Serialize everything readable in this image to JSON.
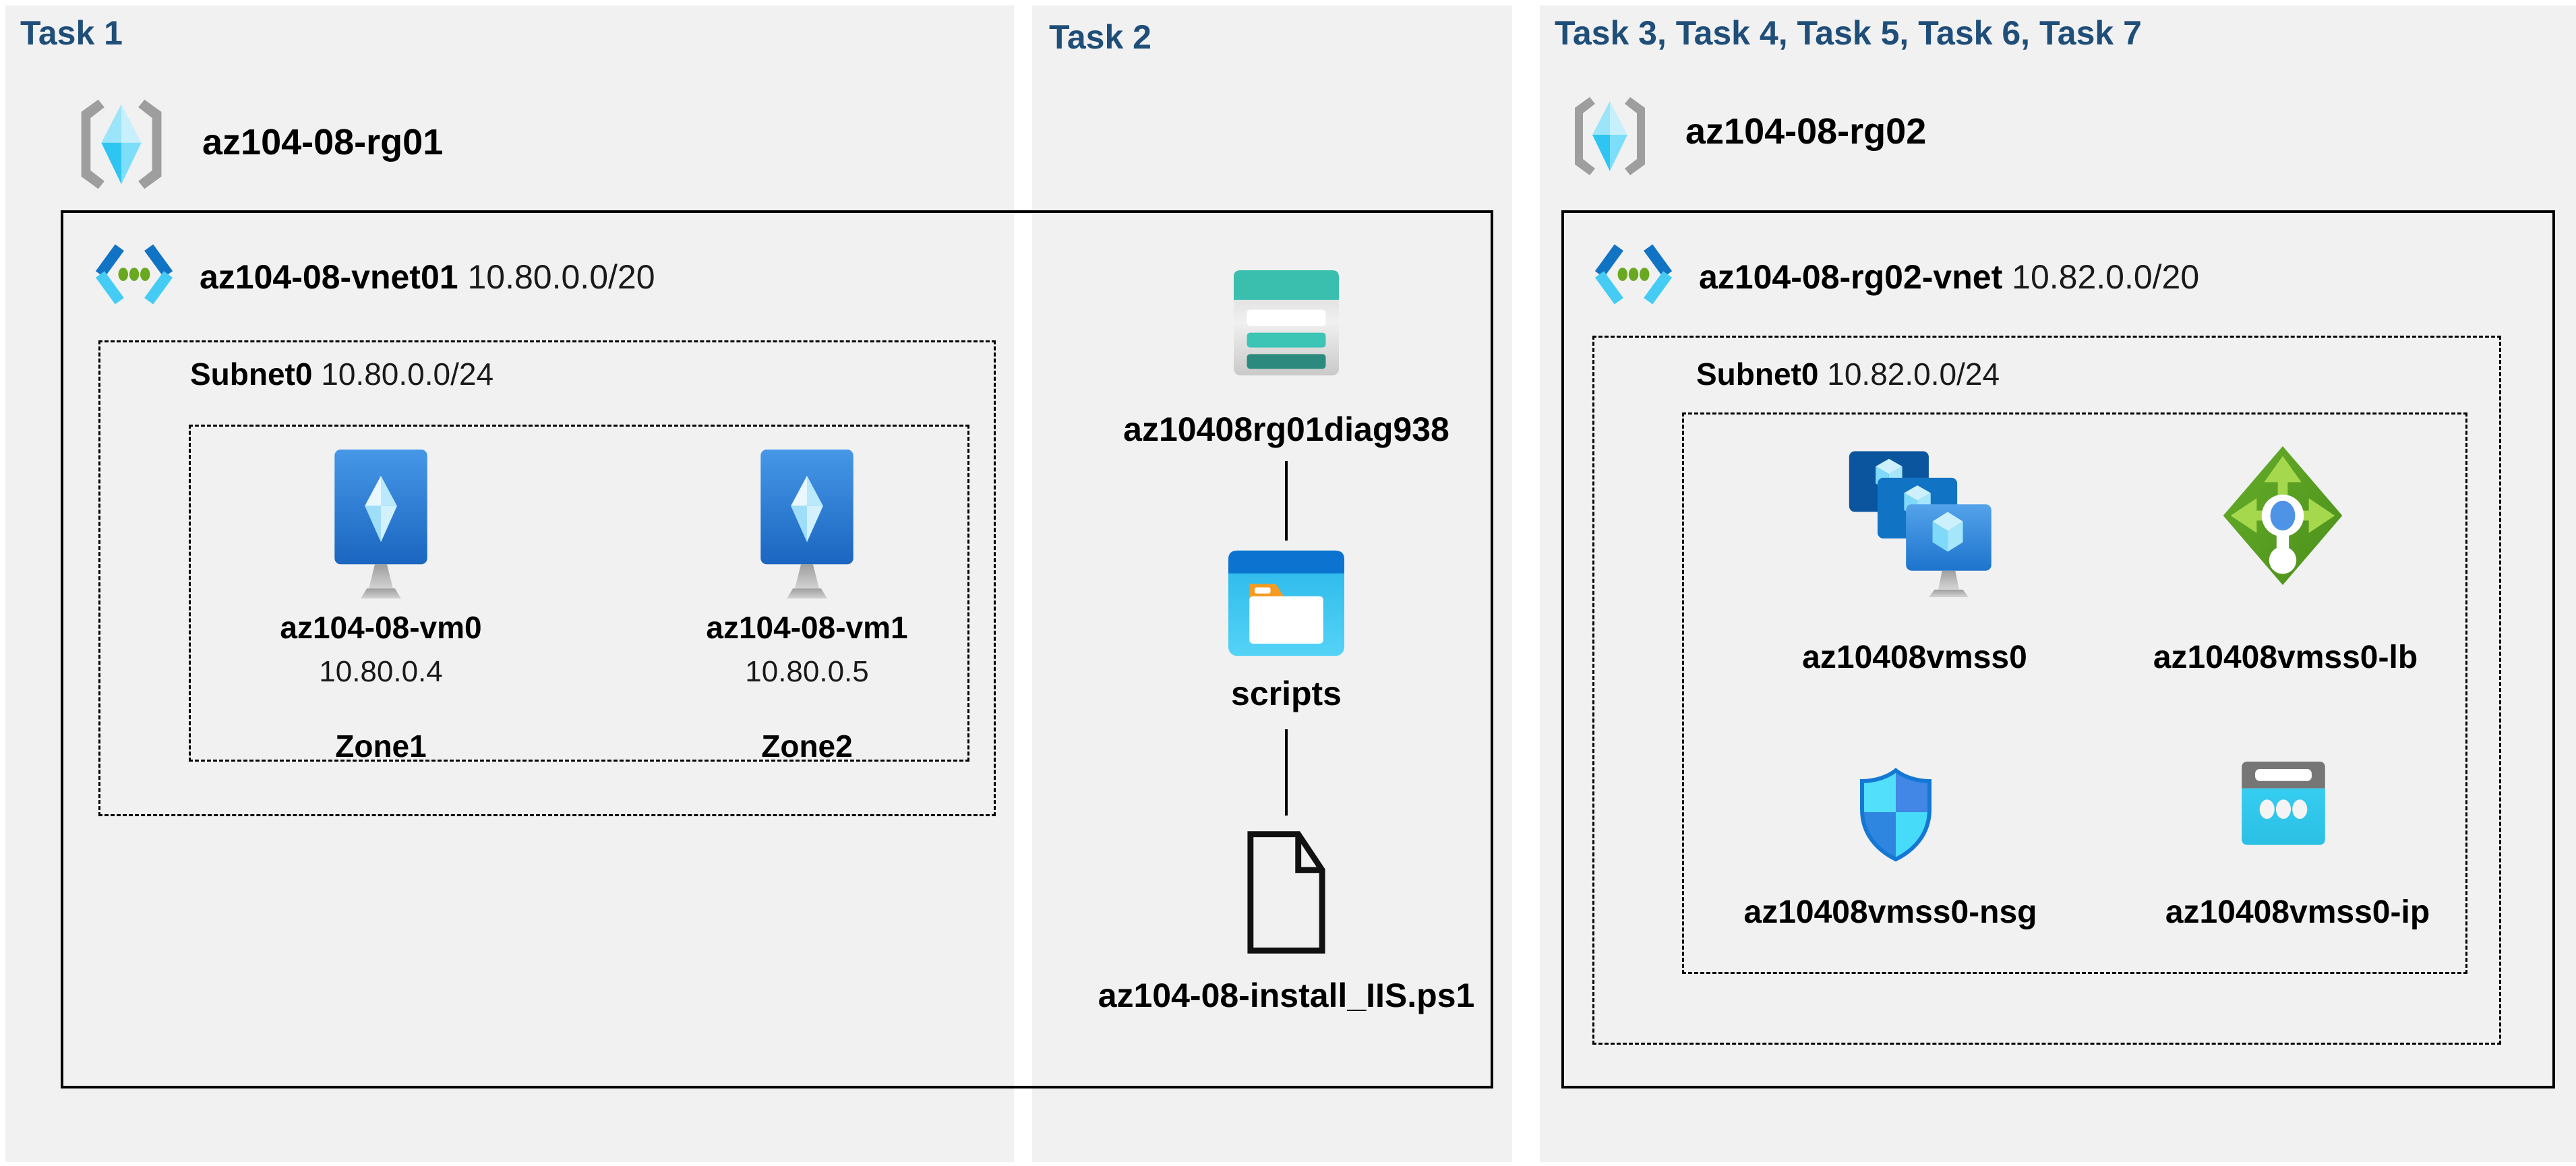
{
  "colors": {
    "header_text": "#1f4e79",
    "panel_bg": "#f1f1f1",
    "line_black": "#000000",
    "azure_blue": "#1173c4",
    "azure_cyan": "#35cdf0",
    "storage_teal": "#3abfae",
    "storage_teal_dark": "#2b8a7d",
    "lb_green": "#55a01f",
    "lb_green_light": "#a6d84d",
    "folder_tab_orange": "#f49b20",
    "stand_gray": "#b5b5b5",
    "bracket_gray": "#9e9e9e"
  },
  "icons": {
    "resource_group": "resource-group-icon",
    "virtual_network": "vnet-icon",
    "virtual_machine": "vm-icon",
    "storage_account": "storage-account-icon",
    "blob_container": "folder-window-icon",
    "script_file": "file-icon",
    "vmss": "vmss-icon",
    "load_balancer": "load-balancer-icon",
    "nsg": "nsg-shield-icon",
    "public_ip": "public-ip-icon"
  },
  "panels": [
    {
      "header": "Task 1",
      "resource_group": "az104-08-rg01",
      "vnet_name": "az104-08-vnet01",
      "vnet_cidr": "10.80.0.0/20",
      "subnet_name": "Subnet0",
      "subnet_cidr": "10.80.0.0/24",
      "vms": [
        {
          "name": "az104-08-vm0",
          "ip": "10.80.0.4",
          "zone": "Zone1"
        },
        {
          "name": "az104-08-vm1",
          "ip": "10.80.0.5",
          "zone": "Zone2"
        }
      ]
    },
    {
      "header": "Task 2",
      "storage_account": "az10408rg01diag938",
      "container": "scripts",
      "script_file": "az104-08-install_IIS.ps1"
    },
    {
      "header": "Task 3, Task 4, Task 5, Task 6, Task 7",
      "resource_group": "az104-08-rg02",
      "vnet_name": "az104-08-rg02-vnet",
      "vnet_cidr": "10.82.0.0/20",
      "subnet_name": "Subnet0",
      "subnet_cidr": "10.82.0.0/24",
      "resources": [
        {
          "name": "az10408vmss0",
          "icon": "vmss-icon"
        },
        {
          "name": "az10408vmss0-lb",
          "icon": "load-balancer-icon"
        },
        {
          "name": "az10408vmss0-nsg",
          "icon": "nsg-shield-icon"
        },
        {
          "name": "az10408vmss0-ip",
          "icon": "public-ip-icon"
        }
      ]
    }
  ]
}
